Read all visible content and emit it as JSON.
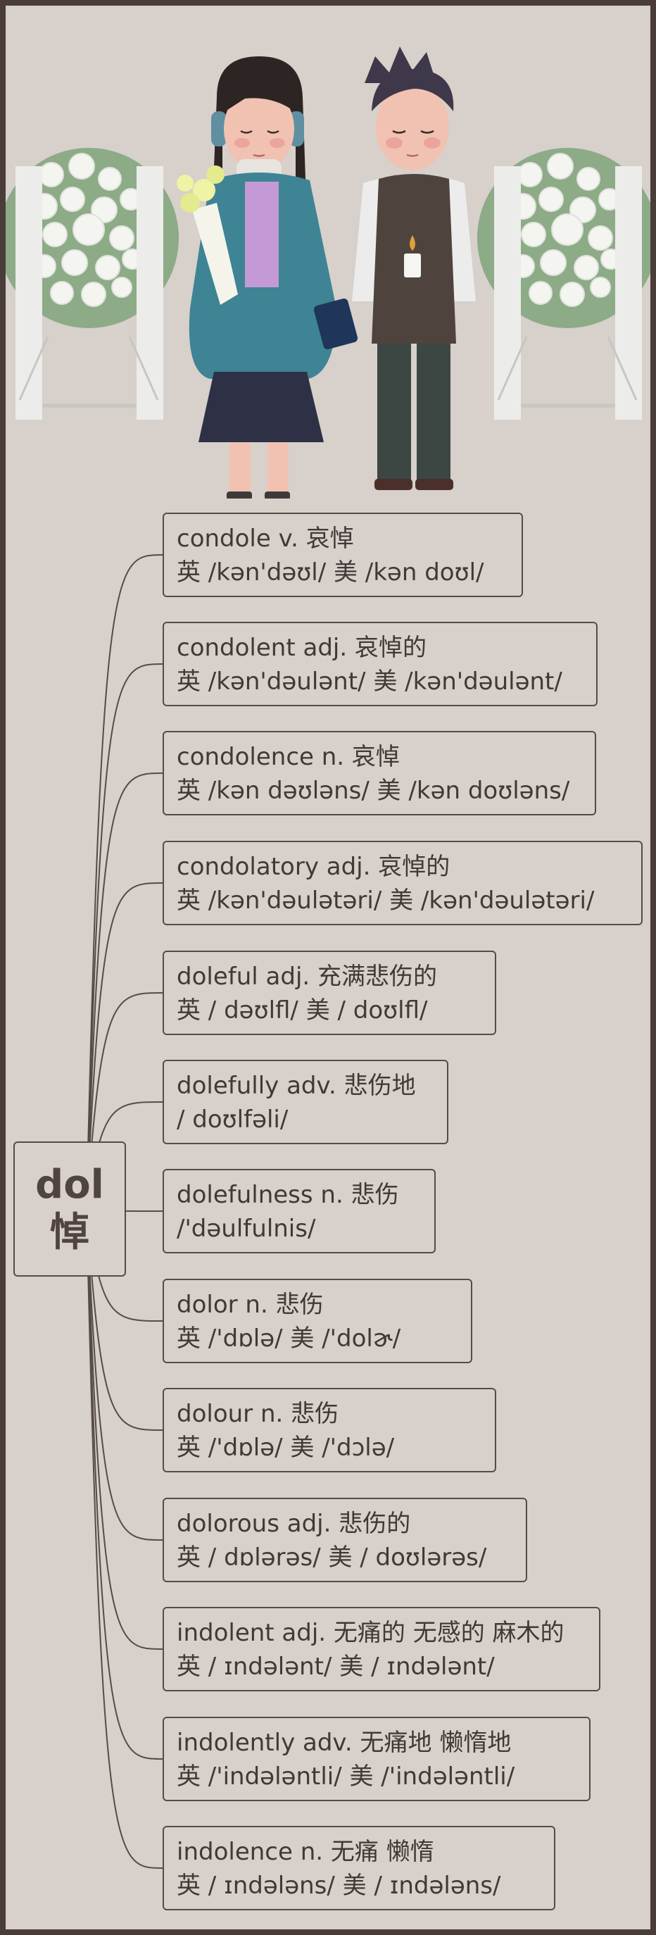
{
  "root": {
    "line1": "dol",
    "line2": "悼"
  },
  "entries": [
    {
      "word": "condole v. 哀悼",
      "pron": "英 /kən'dəʊl/ 美 /kən doʊl/"
    },
    {
      "word": "condolent  adj. 哀悼的",
      "pron": "英 /kən'dəulənt/  美 /kən'dəulənt/"
    },
    {
      "word": "condolence  n. 哀悼",
      "pron": "英 /kən dəʊləns/ 美 /kən doʊləns/"
    },
    {
      "word": "condolatory adj. 哀悼的",
      "pron": "英 /kən'dəulətəri/  美 /kən'dəulətəri/"
    },
    {
      "word": "doleful adj. 充满悲伤的",
      "pron": "英 / dəʊlfl/  美 / doʊlfl/"
    },
    {
      "word": "dolefully adv. 悲伤地",
      "pron": "/ doʊlfəli/"
    },
    {
      "word": "dolefulness n. 悲伤",
      "pron": "/'dəulfulnis/"
    },
    {
      "word": "dolor n. 悲伤",
      "pron": "英 /'dɒlə/  美 /'dolɚ/"
    },
    {
      "word": "dolour n. 悲伤",
      "pron": "英 /'dɒlə/ 美 /'dɔlə/"
    },
    {
      "word": "dolorous adj. 悲伤的",
      "pron": "英 / dɒlərəs/  美 / doʊlərəs/"
    },
    {
      "word": "indolent adj. 无痛的 无感的 麻木的",
      "pron": "英 / ɪndələnt/  美 / ɪndələnt/"
    },
    {
      "word": "indolently adv. 无痛地 懒惰地",
      "pron": "英 /'indələntli/  美 /'indələntli/"
    },
    {
      "word": "indolence n. 无痛 懒惰",
      "pron": "英 / ɪndələns/  美 / ɪndələns/"
    }
  ]
}
